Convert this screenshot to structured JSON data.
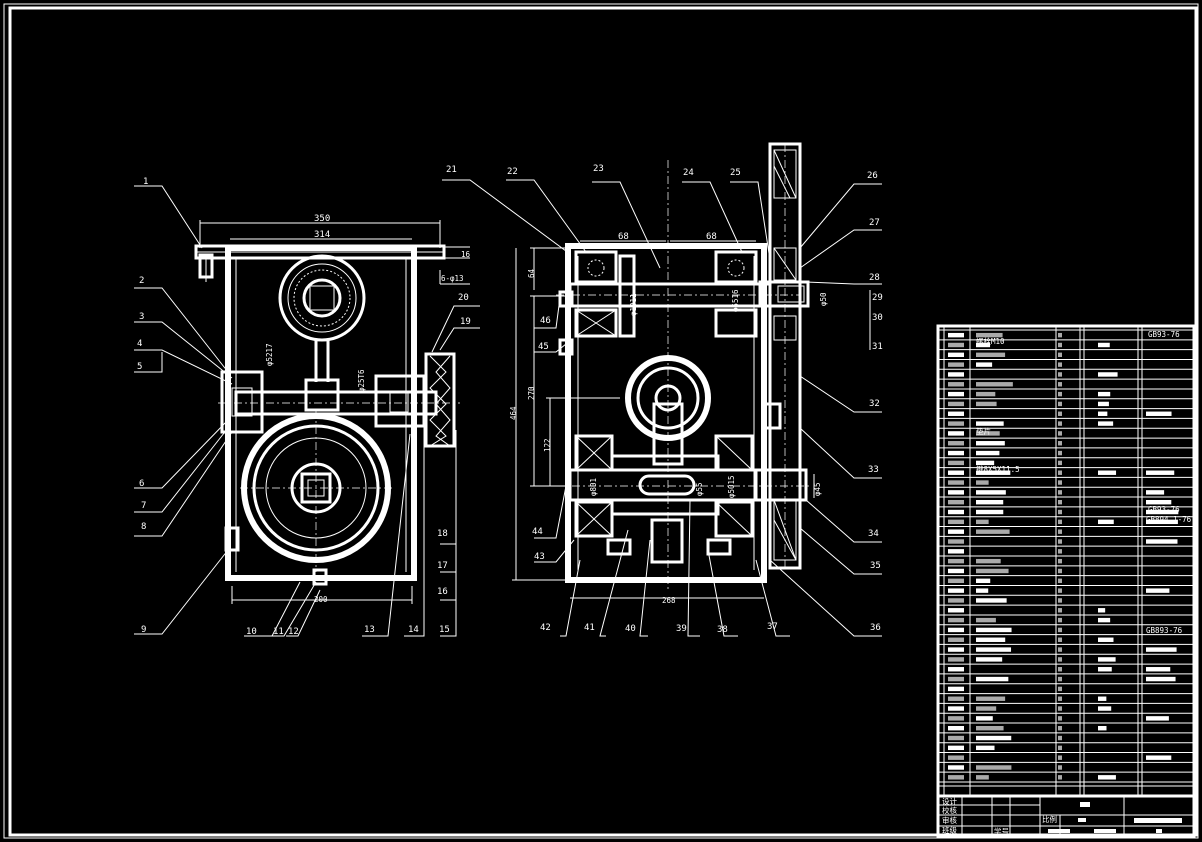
{
  "balloons_left": [
    "1",
    "2",
    "3",
    "4",
    "5",
    "6",
    "7",
    "8",
    "9",
    "10",
    "11",
    "12",
    "13",
    "14",
    "15",
    "16",
    "17",
    "18",
    "19",
    "20"
  ],
  "balloons_right": [
    "21",
    "22",
    "23",
    "24",
    "25",
    "26",
    "27",
    "28",
    "29",
    "30",
    "31",
    "32",
    "33",
    "34",
    "35",
    "36",
    "37",
    "38",
    "39",
    "40",
    "41",
    "42",
    "43",
    "44",
    "45",
    "46"
  ],
  "dims_left": {
    "width_outer": "350",
    "width_inner": "314",
    "flange": "16",
    "holes": "6-φ13",
    "bearing": "φ5217",
    "shaft": "φ25T6",
    "base": "200"
  },
  "dims_right": {
    "top_left": "68",
    "top_right": "68",
    "h64": "64",
    "h270": "270",
    "h464": "464",
    "h122": "122",
    "b1": "φ1011",
    "b2": "φ5516",
    "b3": "φ50",
    "b4": "φ801",
    "b5": "φ55",
    "b6": "φ5015",
    "b7": "φ45",
    "base": "268"
  },
  "title_block": {
    "row1": "设计",
    "row2": "校核",
    "row3": "审核",
    "row4": "班级",
    "student_no": "学号",
    "scale": "比例",
    "bom_notes": [
      "GB93-76",
      "GB93-76",
      "GB894.1-76",
      "GB893-76"
    ],
    "bom_misc": [
      "螺栓M10",
      "垫片",
      "键8X5X11.5"
    ]
  }
}
